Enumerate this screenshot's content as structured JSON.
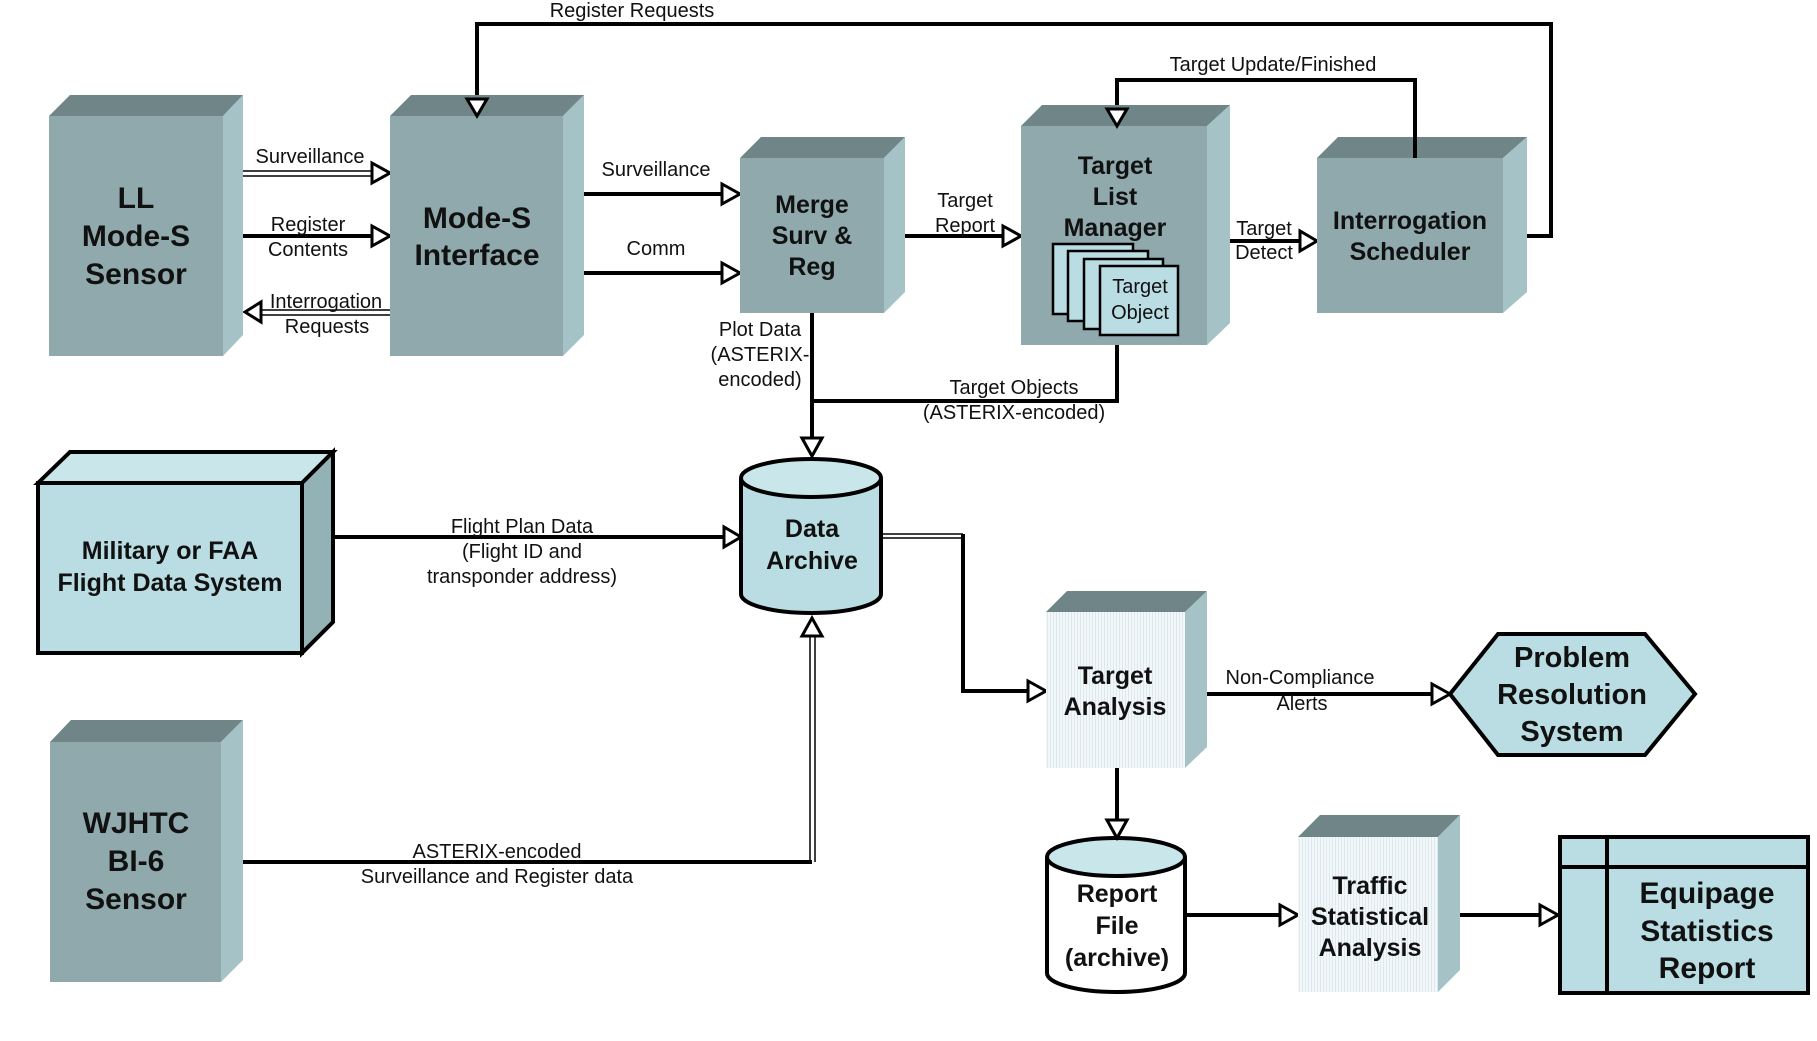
{
  "diagram": {
    "nodes": {
      "ll_sensor": [
        "LL",
        "Mode-S",
        "Sensor"
      ],
      "modes_interface": [
        "Mode-S",
        "Interface"
      ],
      "merge": [
        "Merge",
        "Surv &",
        "Reg"
      ],
      "tlm": [
        "Target",
        "List",
        "Manager"
      ],
      "target_object": [
        "Target",
        "Object"
      ],
      "scheduler": [
        "Interrogation",
        "Scheduler"
      ],
      "fds": [
        "Military or FAA",
        "Flight Data System"
      ],
      "archive": [
        "Data",
        "Archive"
      ],
      "wjhtc": [
        "WJHTC",
        "BI-6",
        "Sensor"
      ],
      "target_analysis": [
        "Target",
        "Analysis"
      ],
      "prs": [
        "Problem",
        "Resolution",
        "System"
      ],
      "report_file": [
        "Report",
        "File",
        "(archive)"
      ],
      "traffic": [
        "Traffic",
        "Statistical",
        "Analysis"
      ],
      "equipage": [
        "Equipage",
        "Statistics",
        "Report"
      ]
    },
    "edges": {
      "register_requests": [
        "Register Requests"
      ],
      "ll_surveillance": [
        "Surveillance"
      ],
      "register_contents": [
        "Register",
        "Contents"
      ],
      "interrogation_requests": [
        "Interrogation",
        "Requests"
      ],
      "mi_surveillance": [
        "Surveillance"
      ],
      "comm": [
        "Comm"
      ],
      "target_report": [
        "Target",
        "Report"
      ],
      "target_update": [
        "Target Update/Finished"
      ],
      "target_detect": [
        "Target",
        "Detect"
      ],
      "plot_data": [
        "Plot Data",
        "(ASTERIX-",
        "encoded)"
      ],
      "target_objects": [
        "Target Objects",
        "(ASTERIX-encoded)"
      ],
      "flight_plan": [
        "Flight Plan Data",
        "(Flight ID and",
        "transponder address)"
      ],
      "asterix": [
        "ASTERIX-encoded",
        "Surveillance and Register data"
      ],
      "non_compliance": [
        "Non-Compliance",
        "Alerts"
      ]
    },
    "colors": {
      "box_front": "#8fa9ac",
      "box_top": "#6f8588",
      "box_side": "#a5c3c6",
      "light_cyan": "#b9dde2",
      "pale_front": "#eef6f8"
    }
  }
}
